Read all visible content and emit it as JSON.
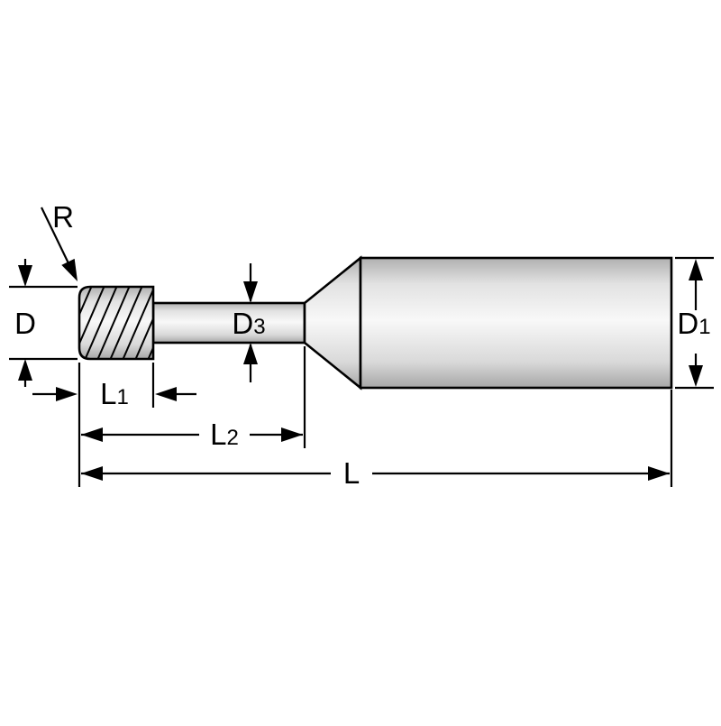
{
  "diagram": {
    "labels": {
      "R": {
        "base": "R",
        "sub": ""
      },
      "D": {
        "base": "D",
        "sub": ""
      },
      "D3": {
        "base": "D",
        "sub": "3"
      },
      "D1": {
        "base": "D",
        "sub": "1"
      },
      "L1": {
        "base": "L",
        "sub": "1"
      },
      "L2": {
        "base": "L",
        "sub": "2"
      },
      "L": {
        "base": "L",
        "sub": ""
      }
    },
    "colors": {
      "line": "#000000",
      "background": "#ffffff",
      "metal_light": "#f8f8f8",
      "metal_dark": "#ababab"
    }
  }
}
